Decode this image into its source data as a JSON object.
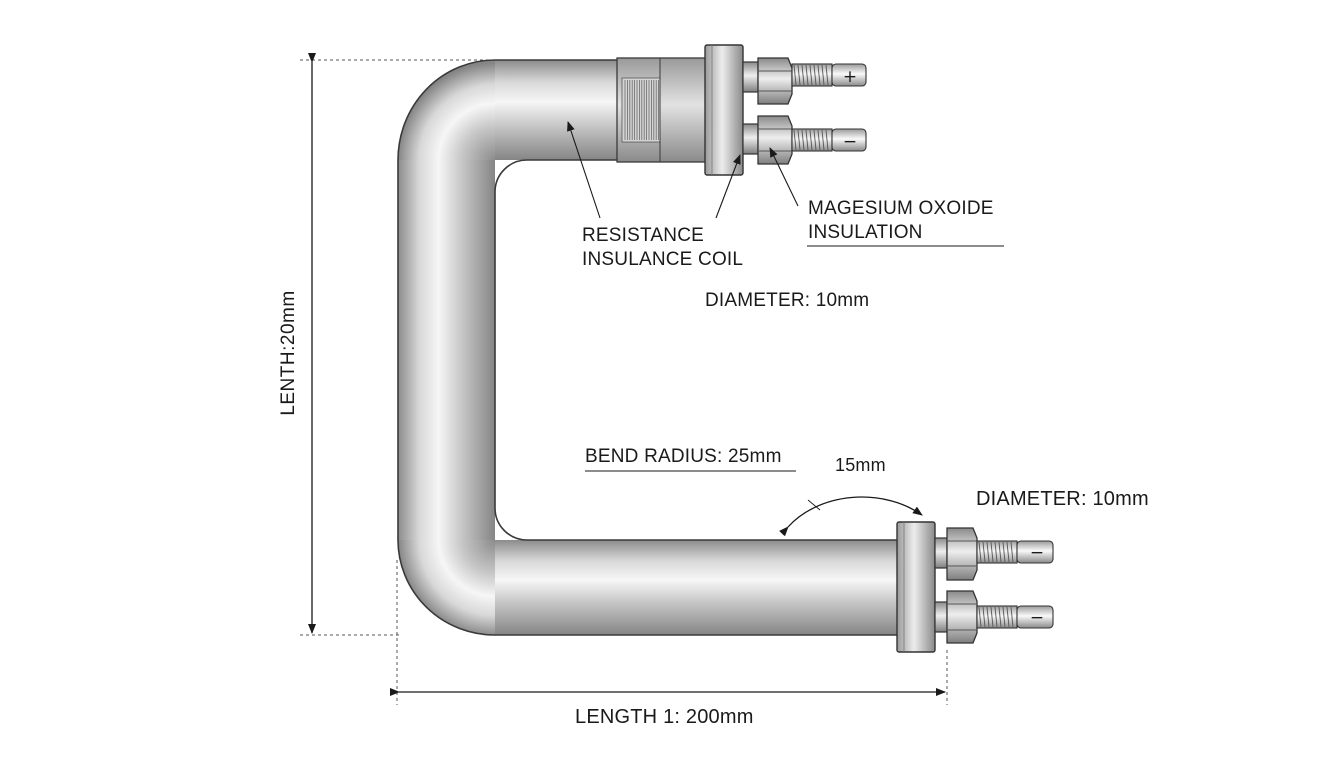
{
  "labels": {
    "resistance_line1": "RESISTANCE",
    "resistance_line2": "INSULANCE COIL",
    "magnesium_line1": "MAGESIUM OXOIDE",
    "magnesium_line2": "INSULATION",
    "diameter_top": "DIAMETER: 10mm",
    "bend_radius": "BEND RADIUS: 25mm",
    "angle": "15mm",
    "diameter_bottom": "DIAMETER: 10mm",
    "length_vertical": "LENTH:20mm",
    "length_horizontal": "LENGTH 1: 200mm"
  },
  "terminals": {
    "top_upper": "+",
    "top_lower": "−",
    "bottom_upper": "−",
    "bottom_lower": "−"
  },
  "colors": {
    "line": "#1a1a1a",
    "metal_dark": "#8e8e8e",
    "metal_light": "#f4f4f4"
  }
}
